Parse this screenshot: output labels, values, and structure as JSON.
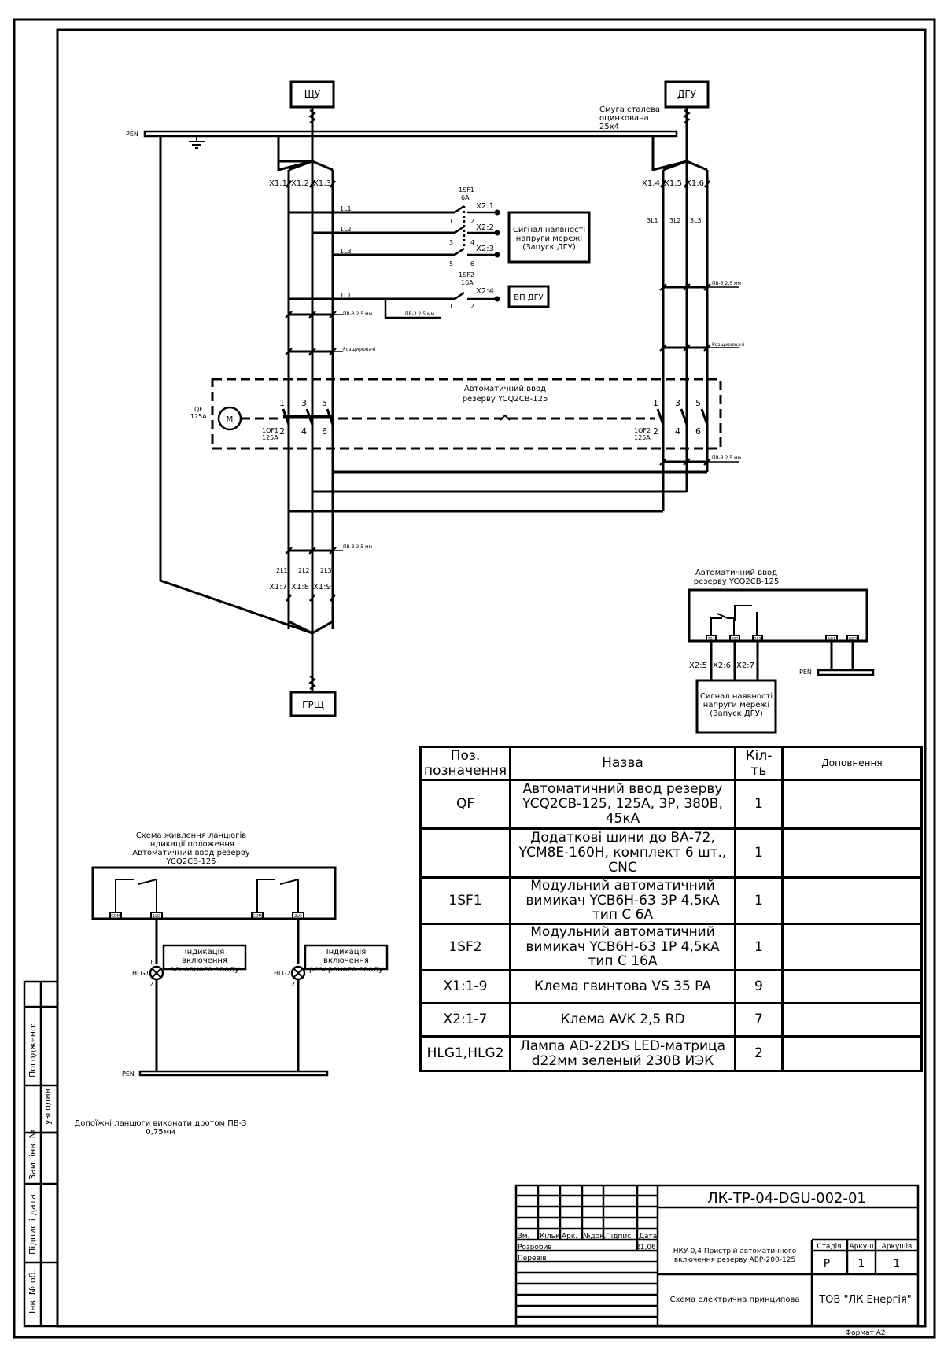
{
  "boxes": {
    "shchu": "ЩУ",
    "dgu": "ДГУ",
    "grshch": "ГРЩ",
    "signal": [
      "Сигнал наявності",
      "напруги мережі",
      "(Запуск ДГУ)"
    ],
    "vp_dgu": "ВП ДГУ",
    "signal2": [
      "Сигнал наявності",
      "напруги мережі",
      "(Запуск ДГУ)"
    ],
    "ind_main": [
      "Індикація",
      "включення",
      "основного вводу"
    ],
    "ind_res": [
      "Індикація",
      "включення",
      "резервного вводу"
    ]
  },
  "labels": {
    "pen": "PEN",
    "strip": [
      "Смуга сталева",
      "оцинкована",
      "25х4"
    ],
    "x1_top_left": [
      "X1:1",
      "X1:2",
      "X1:3"
    ],
    "x1_top_right": [
      "X1:4",
      "X1:5",
      "X1:6"
    ],
    "x1_bottom": [
      "X1:7",
      "X1:8",
      "X1:9"
    ],
    "sf1": [
      "1SF1",
      "6А"
    ],
    "sf2": [
      "1SF2",
      "16А"
    ],
    "x2": [
      "X2:1",
      "X2:2",
      "X2:3",
      "X2:4"
    ],
    "l1": [
      "1L1",
      "1L2",
      "1L3",
      "1L1"
    ],
    "l3": [
      "3L1",
      "3L2",
      "3L3"
    ],
    "l2": [
      "2L1",
      "2L2",
      "2L3"
    ],
    "pv_25": "ПВ-3 2,5 мм",
    "rozshyrovachi": "Розщирювачі",
    "ats_title": [
      "Автоматичний ввод",
      "резерву YCQ2CB-125"
    ],
    "qf": [
      "QF",
      "125А"
    ],
    "qf1": [
      "1QF1",
      "125А"
    ],
    "qf2": [
      "1QF2",
      "125А"
    ],
    "motor": "M",
    "pins_top": [
      "1",
      "3",
      "5"
    ],
    "pins_bot": [
      "2",
      "4",
      "6"
    ],
    "sf_pins": [
      "1",
      "2",
      "3",
      "4",
      "5",
      "6"
    ],
    "ats_small_title": [
      "Автоматичний ввод",
      "резерву YCQ2CB-125"
    ],
    "ats_terms": [
      "201",
      "202",
      "203",
      "N01",
      "N02"
    ],
    "x2_bottom": [
      "X2:5",
      "X2:6",
      "X2:7"
    ],
    "ind_title": [
      "Схема живлення ланцюгів",
      "індикації положення",
      "Автоматичний ввод резерву",
      "YCQ2CB-125"
    ],
    "ind_terms": [
      "COM",
      "1LO",
      "COM",
      "2LO"
    ],
    "hlg1": "HLG1",
    "hlg2": "HLG2",
    "hl_pins": [
      "1",
      "2"
    ],
    "note": [
      "Допоїжні ланцюги виконати дротом ПВ-3",
      "0,75мм"
    ]
  },
  "table": {
    "headers": [
      "Поз. позначення",
      "Назва",
      "Кіл-ть",
      "Доповнення"
    ],
    "rows": [
      {
        "pos": "QF",
        "name": "Автоматичний ввод резерву YCQ2CB-125, 125А, 3Р, 380В, 45кА",
        "qty": "1",
        "note": ""
      },
      {
        "pos": "",
        "name": "Додаткові шини до ВА-72, YCM8E-160H, комплект 6 шт., CNC",
        "qty": "1",
        "note": ""
      },
      {
        "pos": "1SF1",
        "name": "Модульний автоматичний вимикач YCB6H-63 3P 4,5кА тип C 6A",
        "qty": "1",
        "note": ""
      },
      {
        "pos": "1SF2",
        "name": "Модульний автоматичний вимикач YCB6H-63 1P 4,5кА тип C 16A",
        "qty": "1",
        "note": ""
      },
      {
        "pos": "X1:1-9",
        "name": "Клема гвинтова VS 35 PA",
        "qty": "9",
        "note": ""
      },
      {
        "pos": "X2:1-7",
        "name": "Клема AVK 2,5 RD",
        "qty": "7",
        "note": ""
      },
      {
        "pos": "HLG1,HLG2",
        "name": "Лампа AD-22DS LED-матрица d22мм зеленый 230В ИЭК",
        "qty": "2",
        "note": ""
      }
    ]
  },
  "side_stamp": [
    "Погоджено:",
    "узгодив",
    "Зам. інв. №",
    "Підпис і дата",
    "Інв. № об."
  ],
  "title_block": {
    "doc_code": "ЛК-ТР-04-DGU-002-01",
    "cols": [
      "Зм.",
      "Кільк",
      "Арк.",
      "№док.",
      "Підпис",
      "Дата"
    ],
    "developed": "Розробив",
    "checked": "Перевів",
    "date": "21,06",
    "product": [
      "НКУ-0,4 Пристрій автоматичного",
      "включення резерву АВР-200-125"
    ],
    "stage_h": "Стадія",
    "sheet_h": "Аркуш",
    "sheets_h": "Аркушів",
    "stage": "Р",
    "sheet": "1",
    "sheets": "1",
    "drawing": "Схема електрична принципова",
    "company": "ТОВ \"ЛК Енергія\"",
    "format": "Формат А2"
  }
}
